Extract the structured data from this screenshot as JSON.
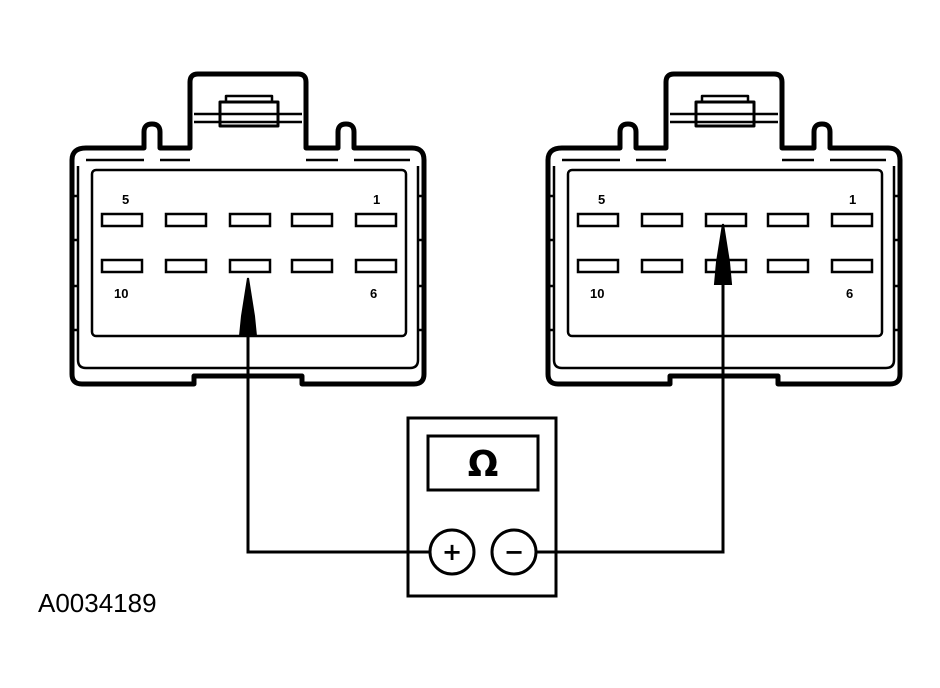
{
  "connector_left": {
    "labels": {
      "top_left": "5",
      "top_right": "1",
      "bottom_left": "10",
      "bottom_right": "6"
    }
  },
  "connector_right": {
    "labels": {
      "top_left": "5",
      "top_right": "1",
      "bottom_left": "10",
      "bottom_right": "6"
    }
  },
  "meter": {
    "display_symbol": "Ω",
    "positive_symbol": "+",
    "negative_symbol": "−"
  },
  "figure_id": "A0034189",
  "colors": {
    "ink": "#000000",
    "paper": "#ffffff"
  }
}
